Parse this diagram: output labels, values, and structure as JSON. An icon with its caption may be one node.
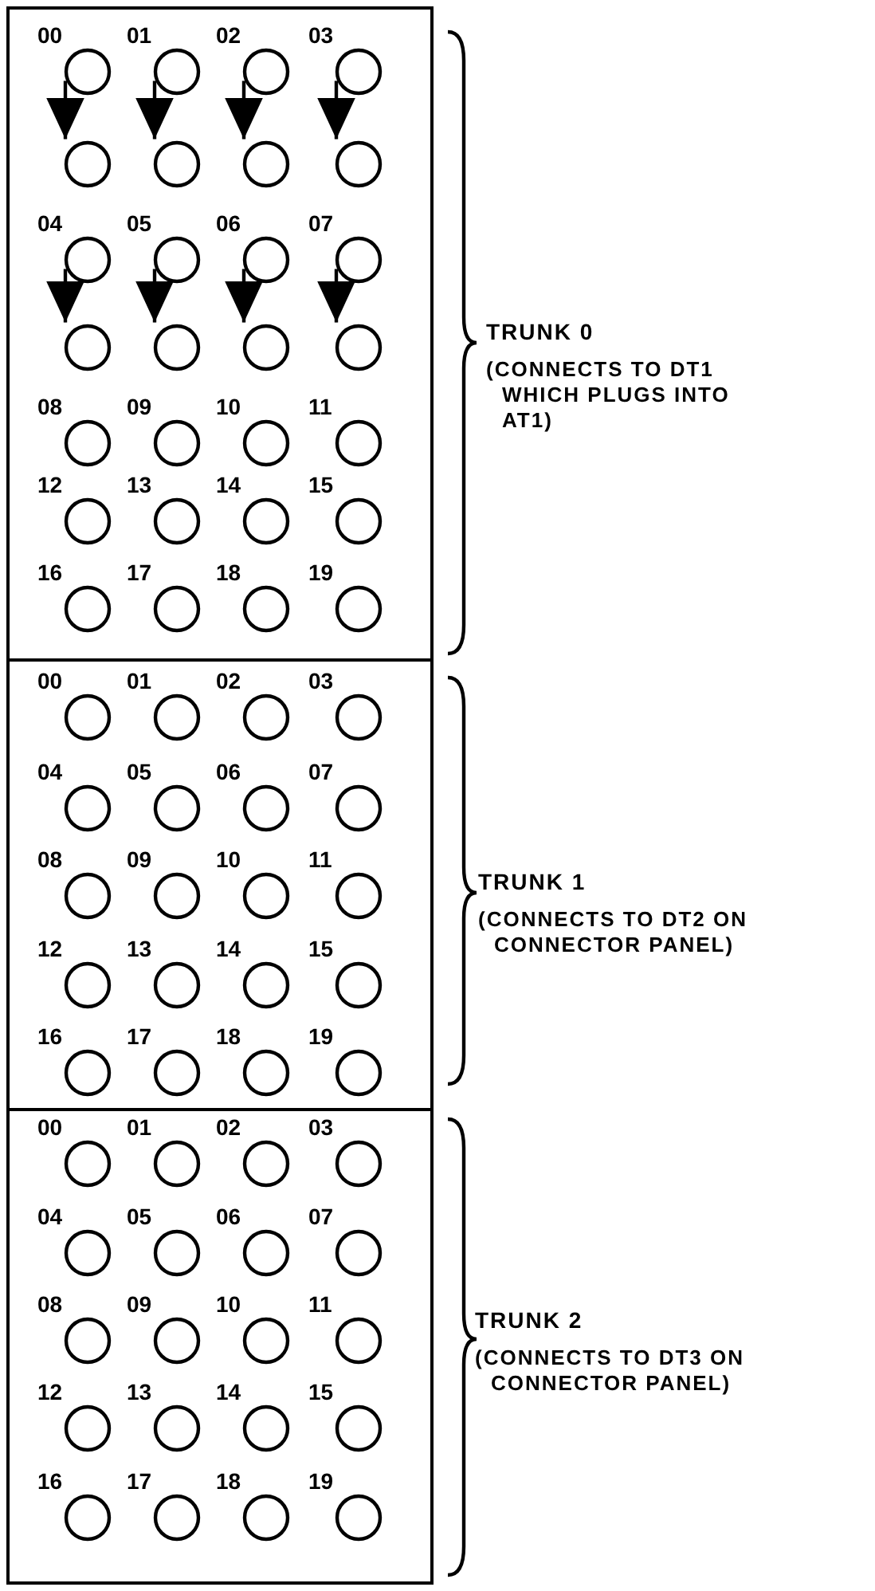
{
  "diagram": {
    "nodes": [
      {
        "text": [],
        "shape": "box"
      },
      {
        "text": [
          "00"
        ],
        "in": 0
      },
      {
        "text": [
          "01"
        ],
        "in": 0
      },
      {
        "text": [
          "02"
        ],
        "in": 0
      },
      {
        "text": [
          "03"
        ],
        "in": 0
      },
      {
        "text": [],
        "shape": "circle",
        "in": 0
      },
      {
        "text": [],
        "shape": "circle",
        "in": 0
      },
      {
        "text": [],
        "shape": "circle",
        "in": 0
      },
      {
        "text": [],
        "shape": "circle",
        "in": 0
      },
      {
        "text": [
          "04"
        ],
        "in": 0
      },
      {
        "text": [
          "05"
        ],
        "in": 0
      },
      {
        "text": [
          "06"
        ],
        "in": 0
      },
      {
        "text": [
          "07"
        ],
        "in": 0
      },
      {
        "text": [],
        "shape": "circle",
        "in": 0
      },
      {
        "text": [],
        "shape": "circle",
        "in": 0
      },
      {
        "text": [],
        "shape": "circle",
        "in": 0
      },
      {
        "text": [],
        "shape": "circle",
        "in": 0
      },
      {
        "text": [
          "08"
        ],
        "in": 0
      },
      {
        "text": [
          "09"
        ],
        "in": 0
      },
      {
        "text": [
          "10"
        ],
        "in": 0
      },
      {
        "text": [
          "11"
        ],
        "in": 0
      },
      {
        "text": [
          "12"
        ],
        "in": 0
      },
      {
        "text": [
          "13"
        ],
        "in": 0
      },
      {
        "text": [
          "14"
        ],
        "in": 0
      },
      {
        "text": [
          "15"
        ],
        "in": 0
      },
      {
        "text": [
          "16"
        ],
        "in": 0
      },
      {
        "text": [
          "17"
        ],
        "in": 0
      },
      {
        "text": [
          "18"
        ],
        "in": 0
      },
      {
        "text": [
          "19"
        ],
        "in": 0
      },
      {
        "text": [],
        "shape": "box"
      },
      {
        "text": [
          "00"
        ],
        "in": 29
      },
      {
        "text": [
          "01"
        ],
        "in": 29
      },
      {
        "text": [
          "02"
        ],
        "in": 29
      },
      {
        "text": [
          "03"
        ],
        "in": 29
      },
      {
        "text": [
          "04"
        ],
        "in": 29
      },
      {
        "text": [
          "05"
        ],
        "in": 29
      },
      {
        "text": [
          "06"
        ],
        "in": 29
      },
      {
        "text": [
          "07"
        ],
        "in": 29
      },
      {
        "text": [
          "08"
        ],
        "in": 29
      },
      {
        "text": [
          "09"
        ],
        "in": 29
      },
      {
        "text": [
          "10"
        ],
        "in": 29
      },
      {
        "text": [
          "11"
        ],
        "in": 29
      },
      {
        "text": [
          "12"
        ],
        "in": 29
      },
      {
        "text": [
          "13"
        ],
        "in": 29
      },
      {
        "text": [
          "14"
        ],
        "in": 29
      },
      {
        "text": [
          "15"
        ],
        "in": 29
      },
      {
        "text": [
          "16"
        ],
        "in": 29
      },
      {
        "text": [
          "17"
        ],
        "in": 29
      },
      {
        "text": [
          "18"
        ],
        "in": 29
      },
      {
        "text": [
          "19"
        ],
        "in": 29
      },
      {
        "text": [],
        "shape": "box"
      },
      {
        "text": [
          "00"
        ],
        "in": 50
      },
      {
        "text": [
          "01"
        ],
        "in": 50
      },
      {
        "text": [
          "02"
        ],
        "in": 50
      },
      {
        "text": [
          "03"
        ],
        "in": 50
      },
      {
        "text": [
          "04"
        ],
        "in": 50
      },
      {
        "text": [
          "05"
        ],
        "in": 50
      },
      {
        "text": [
          "06"
        ],
        "in": 50
      },
      {
        "text": [
          "07"
        ],
        "in": 50
      },
      {
        "text": [
          "08"
        ],
        "in": 50
      },
      {
        "text": [
          "09"
        ],
        "in": 50
      },
      {
        "text": [
          "10"
        ],
        "in": 50
      },
      {
        "text": [
          "11"
        ],
        "in": 50
      },
      {
        "text": [
          "12"
        ],
        "in": 50
      },
      {
        "text": [
          "13"
        ],
        "in": 50
      },
      {
        "text": [
          "14"
        ],
        "in": 50
      },
      {
        "text": [
          "15"
        ],
        "in": 50
      },
      {
        "text": [
          "16"
        ],
        "in": 50
      },
      {
        "text": [
          "17"
        ],
        "in": 50
      },
      {
        "text": [
          "18"
        ],
        "in": 50
      },
      {
        "text": [
          "19"
        ],
        "in": 50
      }
    ],
    "edges": [
      {
        "from": 1,
        "to": 5,
        "arrow": "to"
      },
      {
        "from": 2,
        "to": 6,
        "arrow": "to"
      },
      {
        "from": 3,
        "to": 7,
        "arrow": "to"
      },
      {
        "from": 4,
        "to": 8,
        "arrow": "to"
      },
      {
        "from": 9,
        "to": 13,
        "arrow": "to"
      },
      {
        "from": 10,
        "to": 14,
        "arrow": "to"
      },
      {
        "from": 11,
        "to": 15,
        "arrow": "to"
      },
      {
        "from": 12,
        "to": 16,
        "arrow": "to"
      }
    ],
    "labels": [
      "TRUNK 0",
      "(CONNECTS TO DT1 WHICH PLUGS INTO AT1)",
      "TRUNK 1",
      "(CONNECTS TO DT2 ON CONNECTOR PANEL)",
      "TRUNK 2",
      "(CONNECTS TO DT3 ON CONNECTOR PANEL)"
    ]
  }
}
